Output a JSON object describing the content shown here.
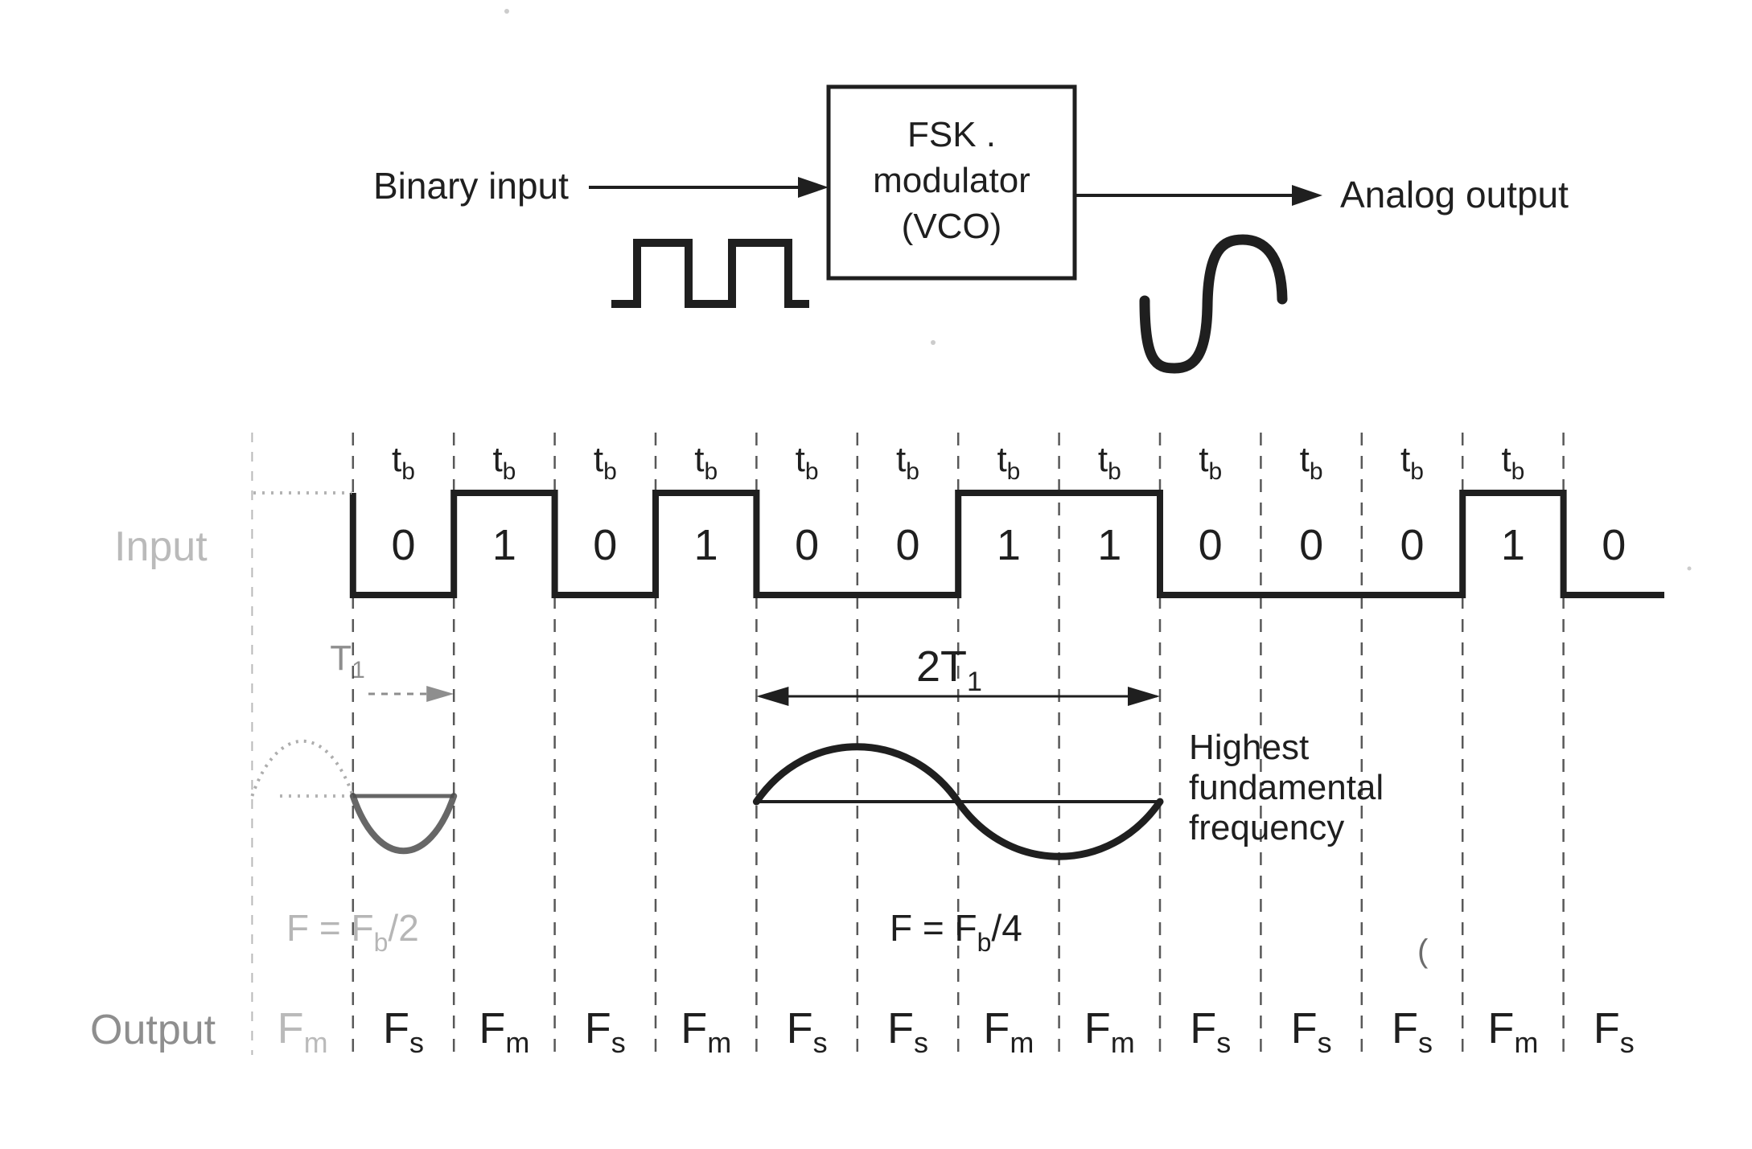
{
  "colors": {
    "ink": "#1f1f1f",
    "faded": "#a8a8a8",
    "background": "#ffffff"
  },
  "block_diagram": {
    "input_label": "Binary input",
    "box_lines": [
      "FSK .",
      "modulator",
      "(VCO)"
    ],
    "output_label": "Analog output",
    "icons": [
      "square-wave-icon",
      "sine-wave-icon",
      "right-arrow-icon"
    ]
  },
  "timing_diagram": {
    "input_row_label": "Input",
    "output_row_label": "Output",
    "bit_interval": {
      "base": "t",
      "sub": "b",
      "count": 12
    },
    "bits": [
      "0",
      "1",
      "0",
      "1",
      "0",
      "0",
      "1",
      "1",
      "0",
      "0",
      "0",
      "1",
      "0"
    ],
    "output_frequencies": [
      {
        "base": "F",
        "sub": "m",
        "faded": true
      },
      {
        "base": "F",
        "sub": "s"
      },
      {
        "base": "F",
        "sub": "m"
      },
      {
        "base": "F",
        "sub": "s"
      },
      {
        "base": "F",
        "sub": "m"
      },
      {
        "base": "F",
        "sub": "s"
      },
      {
        "base": "F",
        "sub": "s"
      },
      {
        "base": "F",
        "sub": "m"
      },
      {
        "base": "F",
        "sub": "m"
      },
      {
        "base": "F",
        "sub": "s"
      },
      {
        "base": "F",
        "sub": "s"
      },
      {
        "base": "F",
        "sub": "s"
      },
      {
        "base": "F",
        "sub": "m"
      },
      {
        "base": "F",
        "sub": "s"
      }
    ],
    "period_markers": {
      "t1": {
        "pre": "T",
        "sub": "1",
        "faded": true
      },
      "t2": {
        "pre": "2T",
        "sub": "1"
      }
    },
    "frequency_equations": {
      "left": {
        "pre": "F = F",
        "sub": "b",
        "post": "/2",
        "faded": true
      },
      "middle": {
        "pre": "F = F",
        "sub": "b",
        "post": "/4",
        "faded": false
      }
    },
    "annotation_lines": [
      "Highest",
      "fundamental",
      "frequency"
    ]
  },
  "stray_mark": "("
}
